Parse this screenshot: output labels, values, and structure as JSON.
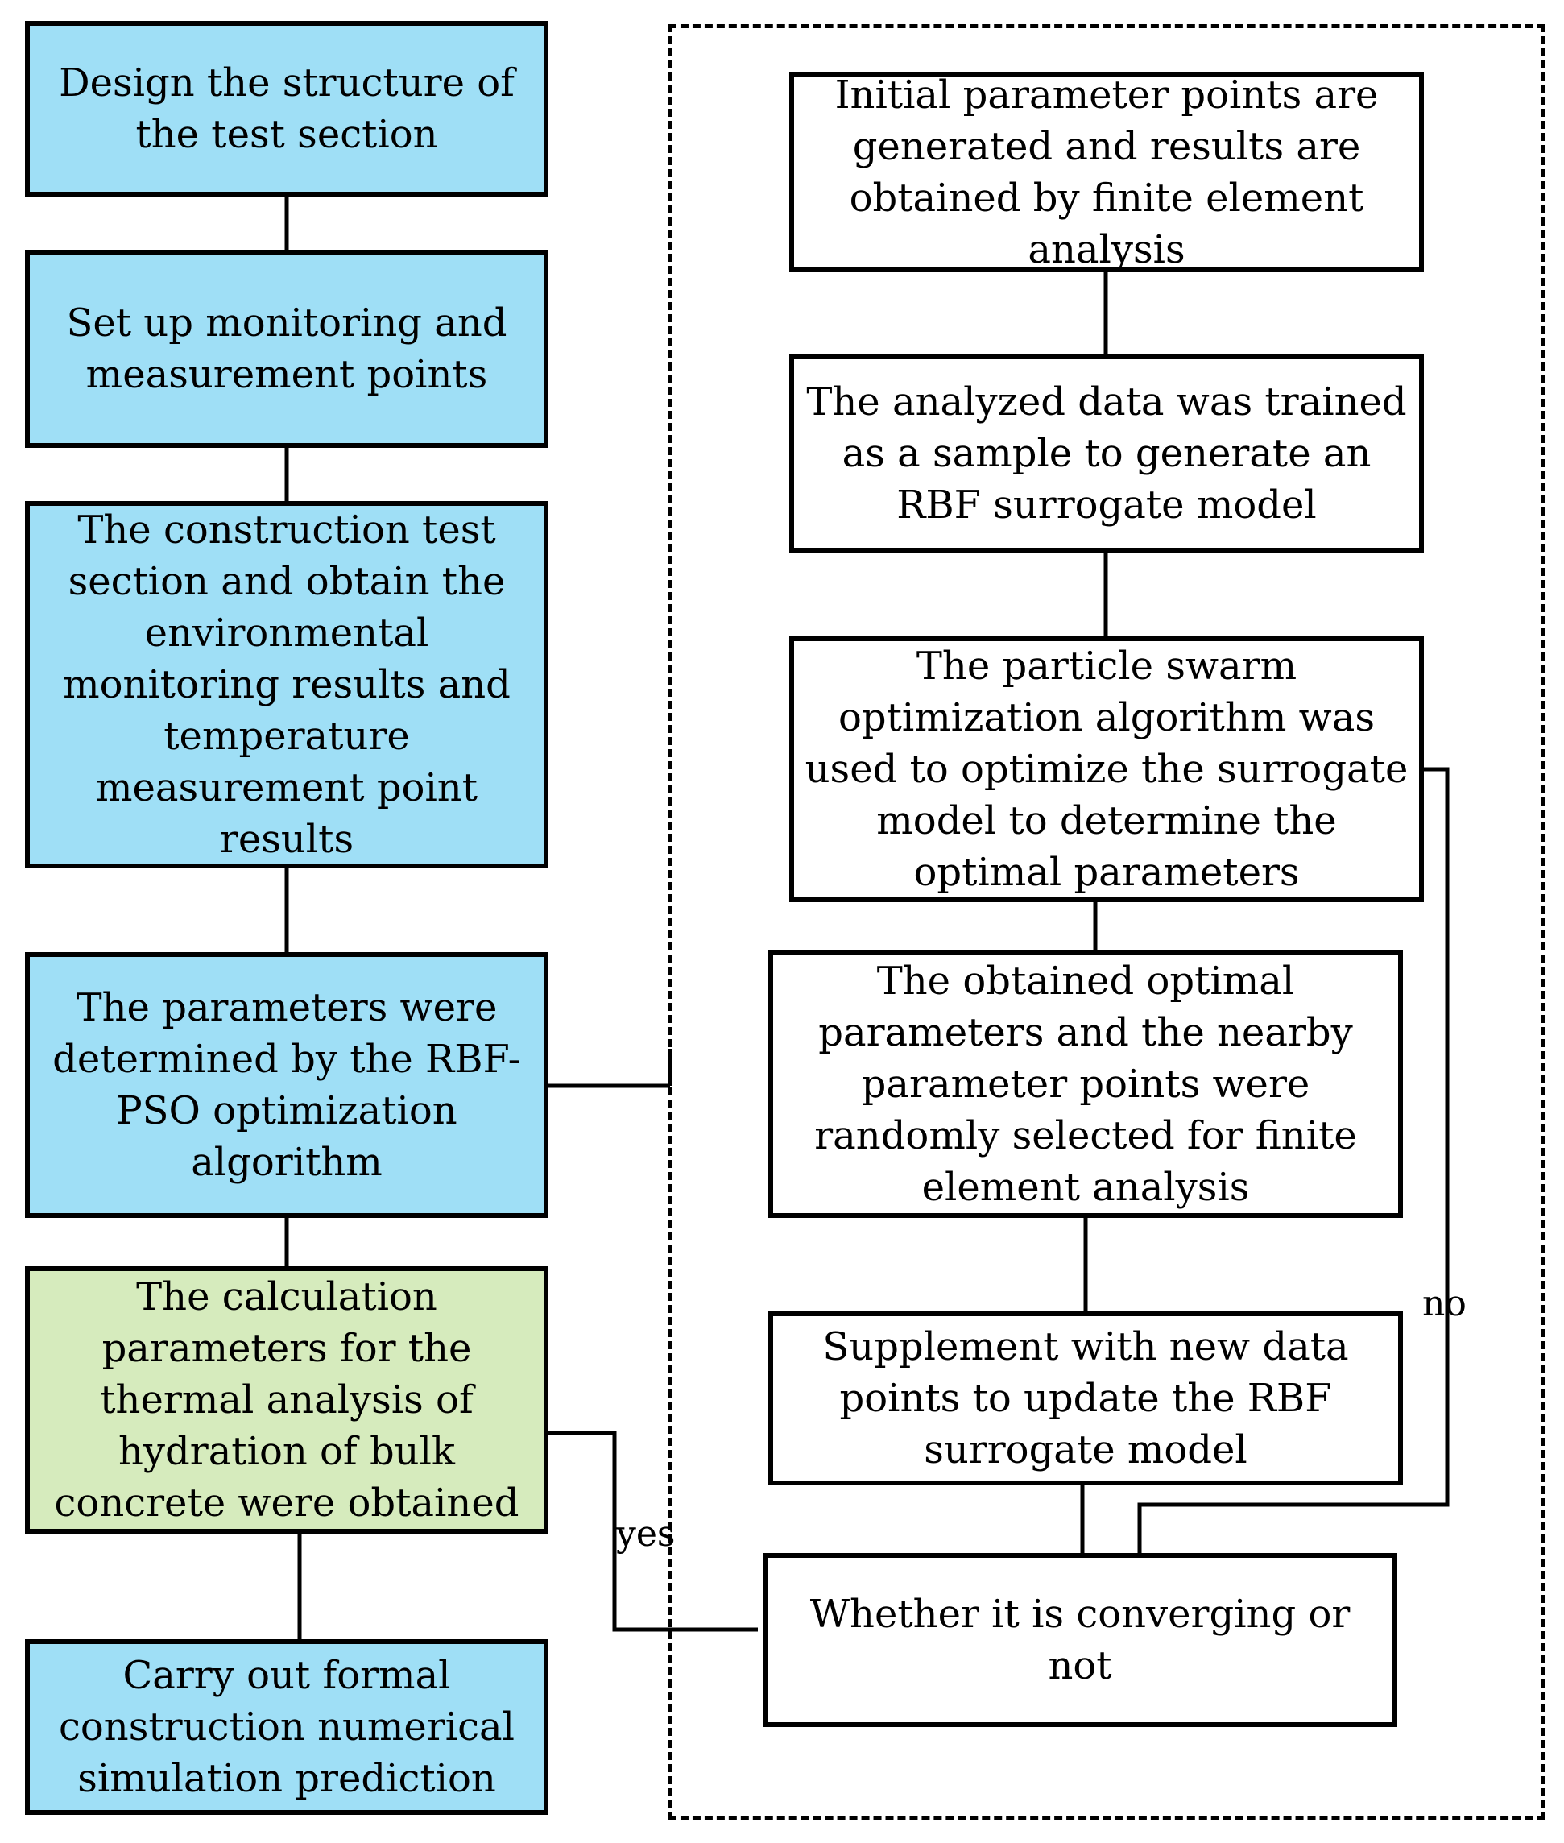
{
  "left_column": {
    "step1": "Design the structure of the test section",
    "step2": "Set up monitoring and measurement points",
    "step3": "The construction test section and obtain the environmental monitoring results and temperature measurement point results",
    "step4": "The parameters were determined by the RBF-PSO optimization algorithm",
    "step5": "The calculation parameters for the thermal analysis of hydration of bulk concrete were obtained",
    "step6": "Carry out formal construction numerical simulation prediction"
  },
  "right_column": {
    "step1": "Initial parameter points are generated and results are obtained by finite element analysis",
    "step2": "The analyzed data was trained as a sample to generate an RBF surrogate model",
    "step3": "The particle swarm optimization algorithm was used to optimize the surrogate model to determine the optimal parameters",
    "step4": "The obtained optimal parameters and the nearby parameter points were randomly selected for finite element analysis",
    "step5": "Supplement with new data points to update the RBF surrogate model",
    "step6": "Whether it is converging or not"
  },
  "labels": {
    "yes": "yes",
    "no": "no"
  },
  "colors": {
    "blue_fill": "#9fdff6",
    "green_fill": "#d6ebbd",
    "line": "#000000"
  }
}
